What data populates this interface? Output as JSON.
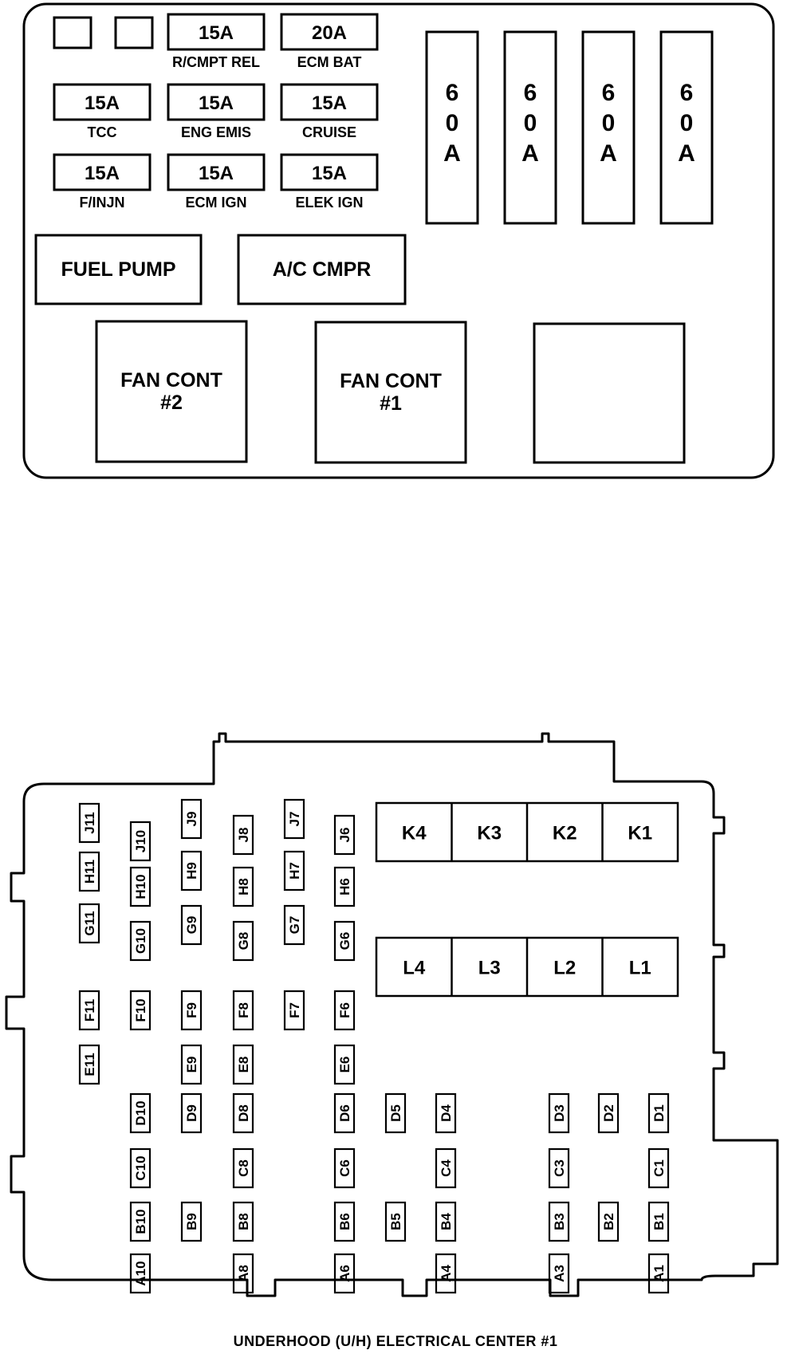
{
  "top_panel": {
    "fuses": [
      {
        "id": "blank1",
        "label": "",
        "name": ""
      },
      {
        "id": "blank2",
        "label": "",
        "name": ""
      },
      {
        "id": "rcmpt",
        "label": "15A",
        "name": "R/CMPT REL"
      },
      {
        "id": "ecmbat",
        "label": "20A",
        "name": "ECM BAT"
      },
      {
        "id": "tcc",
        "label": "15A",
        "name": "TCC"
      },
      {
        "id": "engemis",
        "label": "15A",
        "name": "ENG EMIS"
      },
      {
        "id": "cruise",
        "label": "15A",
        "name": "CRUISE"
      },
      {
        "id": "finjn",
        "label": "15A",
        "name": "F/INJN"
      },
      {
        "id": "ecmign",
        "label": "15A",
        "name": "ECM IGN"
      },
      {
        "id": "elekign",
        "label": "15A",
        "name": "ELEK IGN"
      }
    ],
    "maxi_fuses": [
      {
        "label": [
          "6",
          "0",
          "A"
        ]
      },
      {
        "label": [
          "6",
          "0",
          "A"
        ]
      },
      {
        "label": [
          "6",
          "0",
          "A"
        ]
      },
      {
        "label": [
          "6",
          "0",
          "A"
        ]
      }
    ],
    "relays": [
      {
        "id": "fuelpump",
        "lines": [
          "FUEL PUMP"
        ]
      },
      {
        "id": "accmpr",
        "lines": [
          "A/C CMPR"
        ]
      },
      {
        "id": "fancont2",
        "lines": [
          "FAN CONT",
          "#2"
        ]
      },
      {
        "id": "fancont1",
        "lines": [
          "FAN CONT",
          "#1"
        ]
      },
      {
        "id": "blankrelay",
        "lines": []
      }
    ]
  },
  "bottom_panel": {
    "grid_cells": [
      "J11",
      "H11",
      "G11",
      "F11",
      "E11",
      "J10",
      "H10",
      "G10",
      "F10",
      "D10",
      "C10",
      "B10",
      "A10",
      "J9",
      "H9",
      "G9",
      "F9",
      "E9",
      "D9",
      "B9",
      "J8",
      "H8",
      "G8",
      "F8",
      "E8",
      "D8",
      "C8",
      "B8",
      "A8",
      "J7",
      "H7",
      "G7",
      "F7",
      "J6",
      "H6",
      "G6",
      "F6",
      "E6",
      "D6",
      "C6",
      "B6",
      "A6",
      "D5",
      "B5",
      "D4",
      "C4",
      "B4",
      "A4",
      "D3",
      "C3",
      "B3",
      "A3",
      "D2",
      "B2",
      "D1",
      "C1",
      "B1",
      "A1"
    ],
    "relay_row_k": [
      "K4",
      "K3",
      "K2",
      "K1"
    ],
    "relay_row_l": [
      "L4",
      "L3",
      "L2",
      "L1"
    ]
  },
  "caption": "UNDERHOOD (U/H) ELECTRICAL CENTER #1"
}
